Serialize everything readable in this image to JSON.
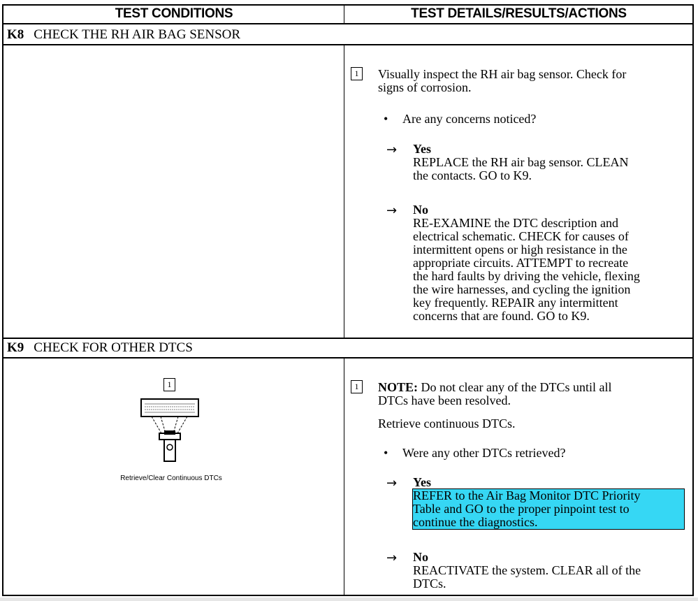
{
  "header": {
    "left": "TEST CONDITIONS",
    "right": "TEST DETAILS/RESULTS/ACTIONS"
  },
  "k8": {
    "id": "K8",
    "title": "CHECK THE RH AIR BAG SENSOR",
    "step_number": "1",
    "instruction": [
      "Visually inspect the RH air bag sensor. Check for",
      "signs of corrosion."
    ],
    "question": "Are any concerns noticed?",
    "yes_label": "Yes",
    "yes_text": [
      "REPLACE the RH air bag sensor. CLEAN",
      "the contacts. GO to K9."
    ],
    "no_label": "No",
    "no_text": [
      "RE-EXAMINE the DTC description and",
      "electrical schematic. CHECK for causes of",
      "intermittent opens or high resistance in the",
      "appropriate circuits. ATTEMPT to recreate",
      "the hard faults by driving the vehicle, flexing",
      "the wire harnesses, and cycling the ignition",
      "key frequently. REPAIR any intermittent",
      "concerns that are found. GO to K9."
    ]
  },
  "k9": {
    "id": "K9",
    "title": "CHECK FOR OTHER DTCS",
    "figure_step": "1",
    "figure_caption": "Retrieve/Clear Continuous DTCs",
    "step_number": "1",
    "note_label": "NOTE:",
    "note_text": "Do not clear any of the DTCs until all",
    "note_text2": "DTCs have been resolved.",
    "instruction": "Retrieve continuous DTCs.",
    "question": "Were any other DTCs retrieved?",
    "yes_label": "Yes",
    "yes_text": [
      "REFER to the Air Bag Monitor DTC Priority",
      "Table and GO to the proper pinpoint test to",
      "continue the diagnostics."
    ],
    "no_label": "No",
    "no_text": [
      "REACTIVATE the system. CLEAR all of the",
      "DTCs."
    ]
  },
  "colors": {
    "highlight": "#36d7f4"
  }
}
